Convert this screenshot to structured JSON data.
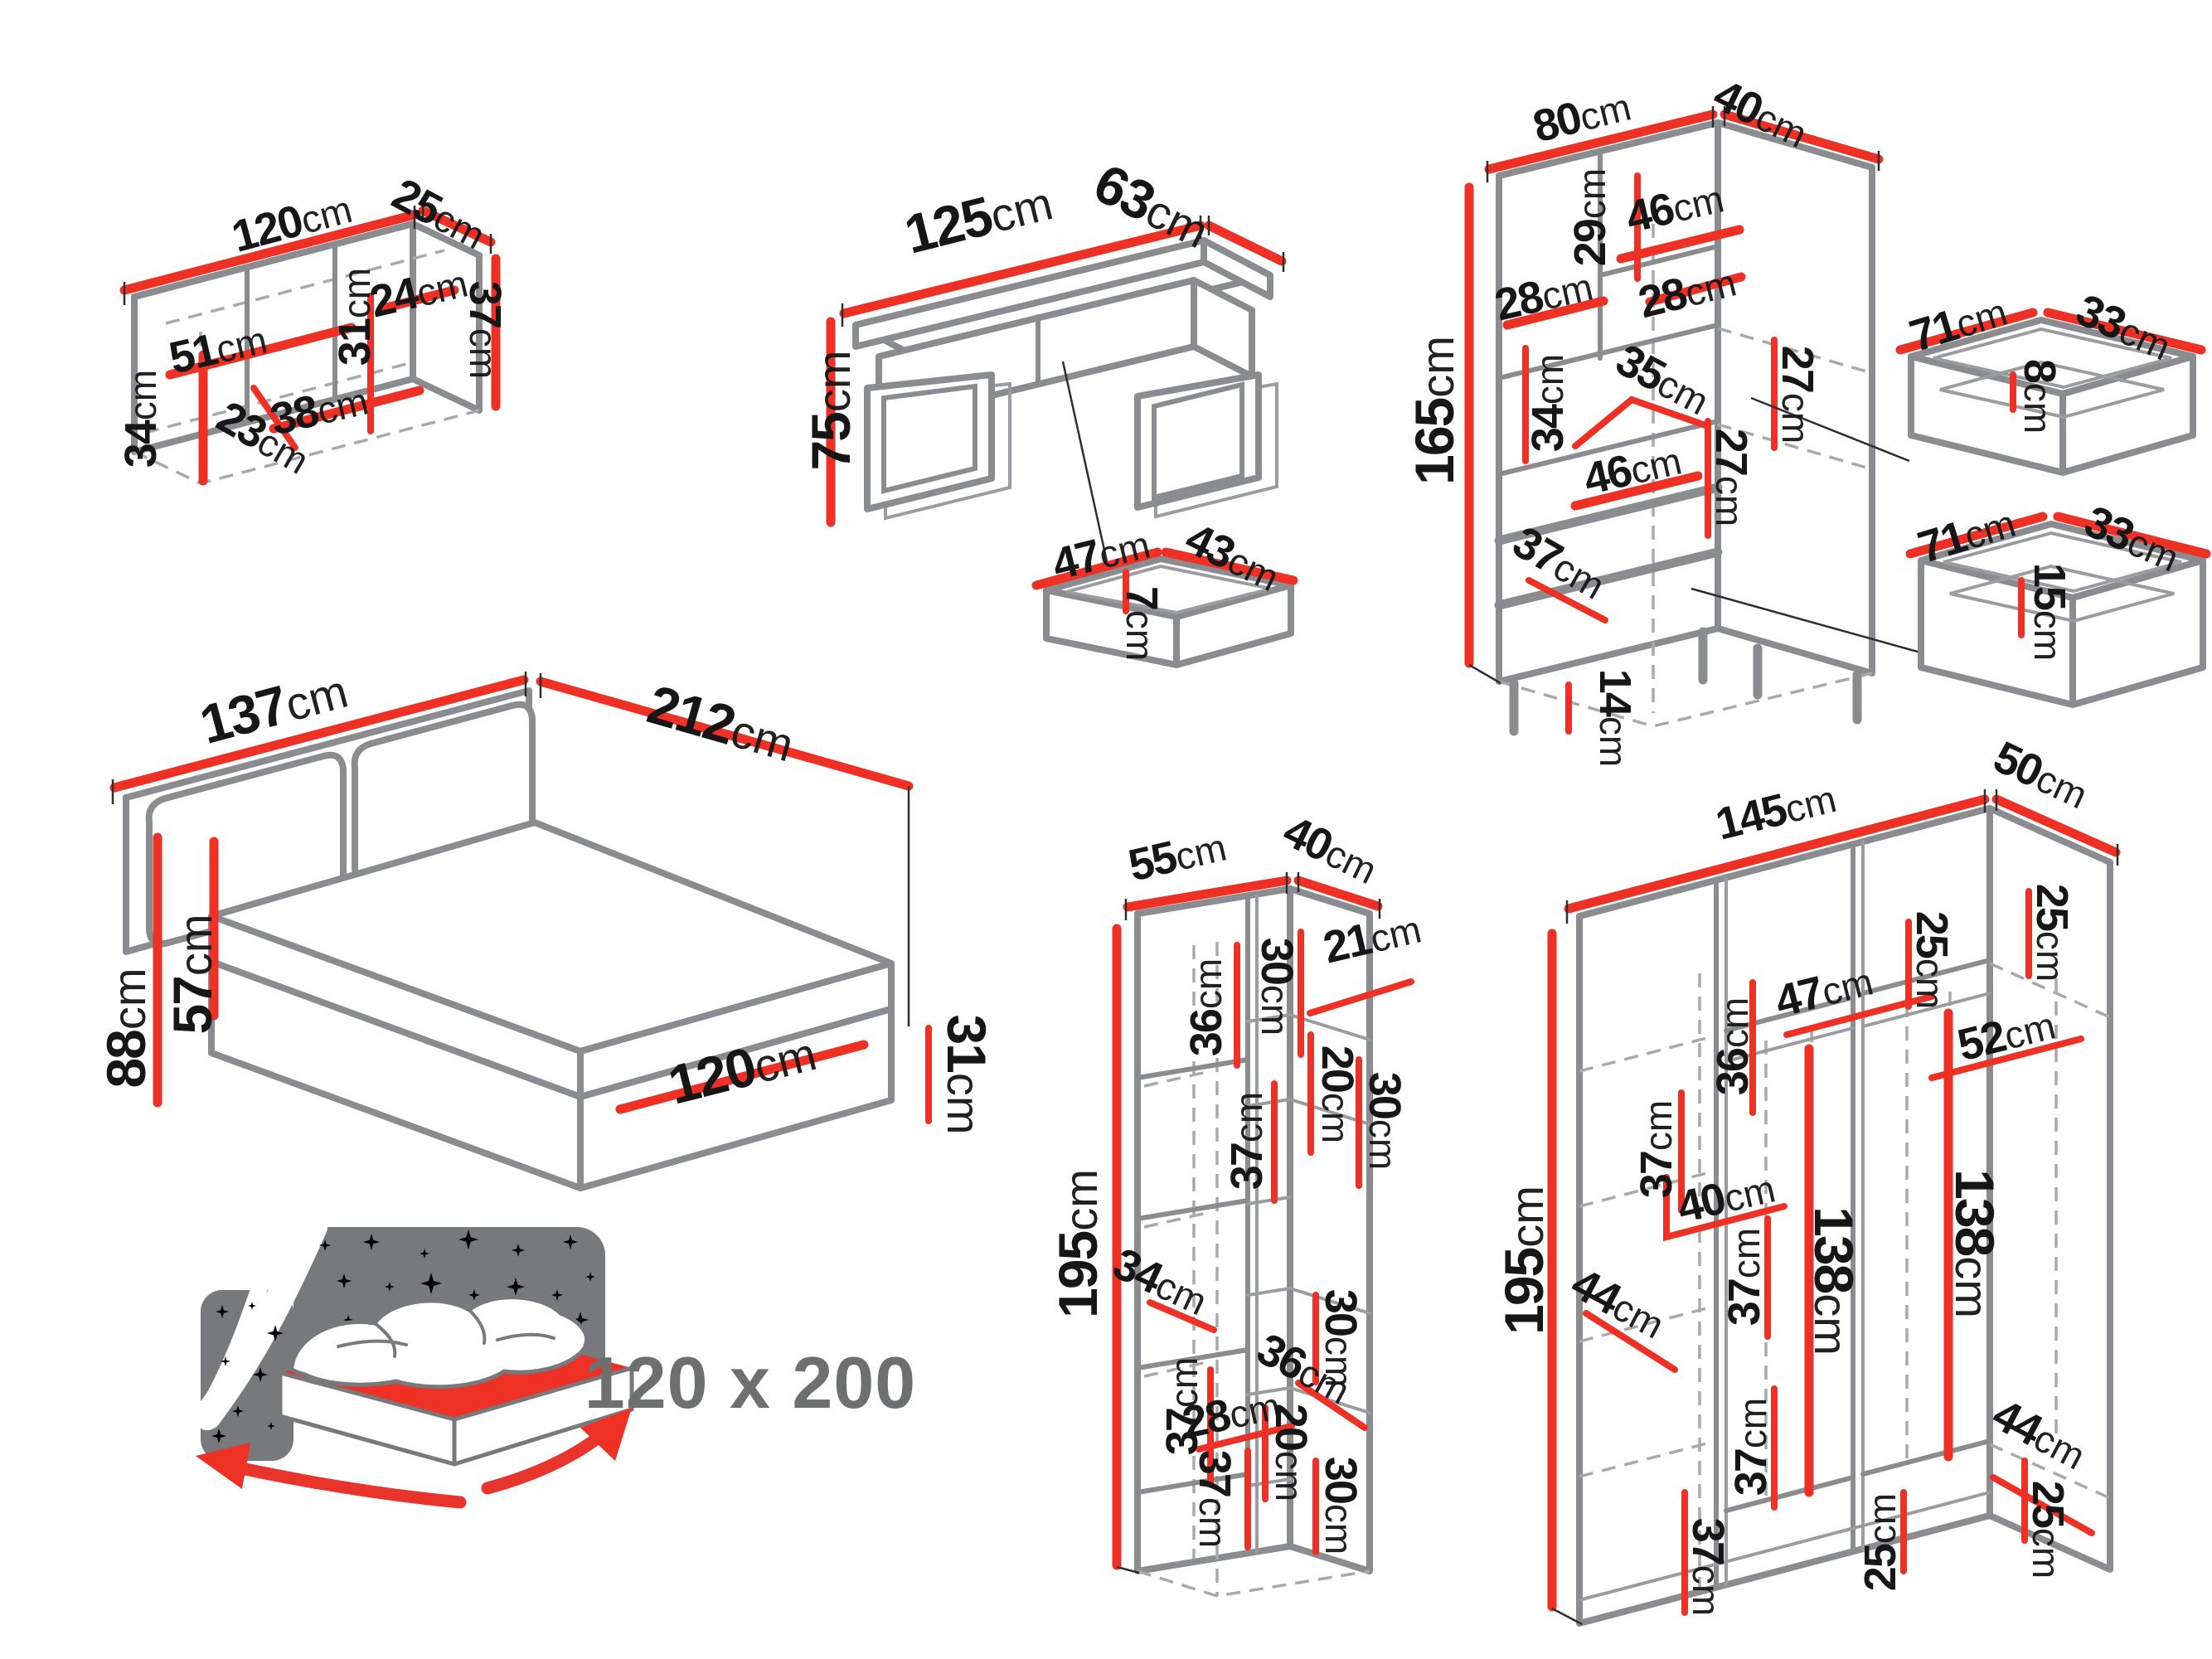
{
  "unit": "cm",
  "footer": {
    "size": "120 x 200"
  },
  "dims": {
    "shelf": [
      "120",
      "25",
      "37",
      "24",
      "31",
      "51",
      "38",
      "23",
      "34"
    ],
    "desk": [
      "125",
      "63",
      "75"
    ],
    "tray": [
      "47",
      "43",
      "7"
    ],
    "cabinet": [
      "80",
      "40",
      "165",
      "29",
      "46",
      "28",
      "28",
      "27",
      "35",
      "34",
      "46",
      "27",
      "37",
      "14"
    ],
    "drawer1": [
      "71",
      "33",
      "8"
    ],
    "drawer2": [
      "71",
      "33",
      "15"
    ],
    "bed": [
      "137",
      "212",
      "88",
      "57",
      "120",
      "31"
    ],
    "bookcase": [
      "55",
      "40",
      "195",
      "36",
      "30",
      "21",
      "20",
      "30",
      "37",
      "34",
      "36",
      "28",
      "37",
      "20",
      "30",
      "30",
      "37"
    ],
    "wardrobe": [
      "145",
      "50",
      "195",
      "36",
      "47",
      "25",
      "25",
      "52",
      "37",
      "40",
      "138",
      "138",
      "44",
      "37",
      "37",
      "37",
      "25",
      "44",
      "25"
    ]
  },
  "colors": {
    "red": "#ee3124",
    "gray": "#8a8c8f",
    "dash": "#a7a9ac",
    "text": "#161616",
    "muted": "#6d6f71"
  }
}
